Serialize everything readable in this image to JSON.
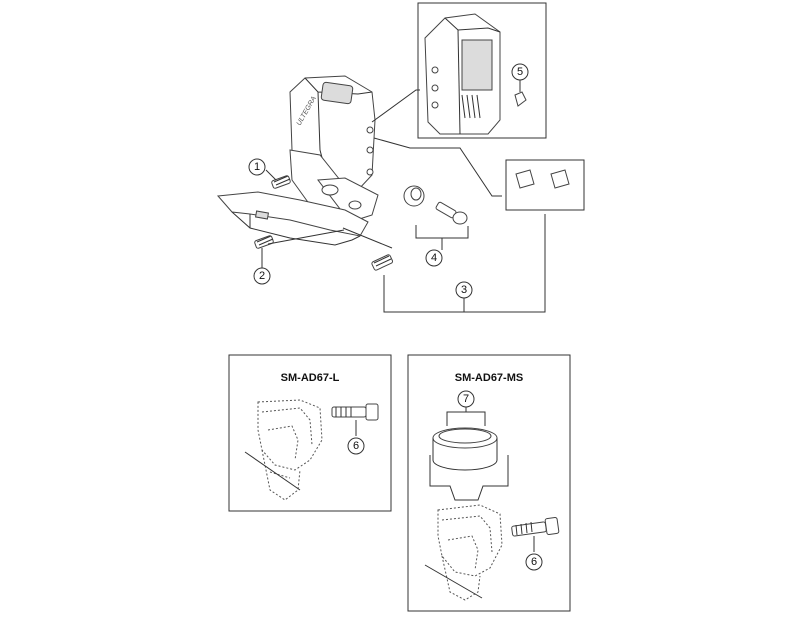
{
  "callouts": [
    "1",
    "2",
    "3",
    "4",
    "5",
    "6",
    "7"
  ],
  "brand_text": "ULTEGRA",
  "adapters": [
    {
      "title": "SM-AD67-L",
      "callout": "6"
    },
    {
      "title": "SM-AD67-MS",
      "callouts": [
        "7",
        "6"
      ]
    }
  ],
  "colors": {
    "line": "#333333",
    "background": "#ffffff"
  }
}
